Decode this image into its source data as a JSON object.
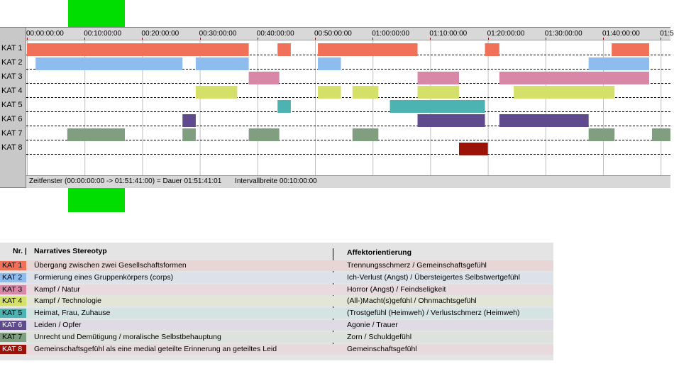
{
  "chart_data": {
    "type": "timeline",
    "ruler": {
      "tick_labels": [
        "00:00:00:00",
        "00:10:00:00",
        "00:20:00:00",
        "00:30:00:00",
        "00:40:00:00",
        "00:50:00:00",
        "01:00:00:00",
        "01:10:00:00",
        "01:20:00:00",
        "01:30:00:00",
        "01:40:00:00",
        "01:5"
      ],
      "tick_minutes": [
        0,
        10,
        20,
        30,
        40,
        50,
        60,
        70,
        80,
        90,
        100,
        110
      ],
      "x_range_minutes": [
        0,
        111.7
      ]
    },
    "categories": [
      "KAT 1",
      "KAT 2",
      "KAT 3",
      "KAT 4",
      "KAT 5",
      "KAT 6",
      "KAT 7",
      "KAT 8"
    ],
    "colors": [
      "#f07158",
      "#8ebcef",
      "#d987a6",
      "#d5e06a",
      "#4cb2b2",
      "#5e4a8d",
      "#7f9f80",
      "#9a1208"
    ],
    "segments": [
      [
        [
          0,
          38.5
        ],
        [
          43.5,
          45.8
        ],
        [
          50.5,
          67.8
        ],
        [
          79.5,
          82.0
        ],
        [
          101.5,
          108
        ]
      ],
      [
        [
          1.5,
          27.0
        ],
        [
          29.3,
          38.5
        ],
        [
          50.5,
          54.5
        ],
        [
          97.5,
          108
        ]
      ],
      [
        [
          38.5,
          43.8
        ],
        [
          67.8,
          75.0
        ],
        [
          82.0,
          108
        ]
      ],
      [
        [
          29.3,
          36.5
        ],
        [
          50.5,
          54.5
        ],
        [
          56.5,
          61.0
        ],
        [
          67.8,
          75.0
        ],
        [
          84.5,
          102.0
        ]
      ],
      [
        [
          43.5,
          45.8
        ],
        [
          63.0,
          79.5
        ]
      ],
      [
        [
          27.0,
          29.3
        ],
        [
          67.8,
          79.5
        ],
        [
          82.0,
          97.5
        ]
      ],
      [
        [
          7.0,
          17.0
        ],
        [
          27.0,
          29.3
        ],
        [
          38.5,
          43.8
        ],
        [
          56.5,
          61.0
        ],
        [
          97.5,
          102.0
        ],
        [
          108.5,
          112
        ]
      ],
      [
        [
          75.0,
          80.0
        ]
      ]
    ],
    "status_text": "Zeitfenster (00:00:00:00 -> 01:51:41:00) = Dauer 01:51:41:01",
    "interval_text": "Intervallbreite 00:10:00:00"
  },
  "legend": {
    "header_nr": "Nr. |",
    "header_narr": "Narratives Stereotyp",
    "header_aff": "Affektorientierung",
    "rows": [
      {
        "code": "KAT 1",
        "narrative": "Übergang zwischen zwei Gesellschaftsformen",
        "affect": "Trennungsschmerz / Gemeinschaftsgefühl",
        "bg": "#e8d6d6",
        "code_bg": "#f07158",
        "code_color": "#000000"
      },
      {
        "code": "KAT 2",
        "narrative": "Formierung eines Gruppenkörpers (corps)",
        "affect": "Ich-Verlust (Angst) / Übersteigertes Selbstwertgefühl",
        "bg": "#dde2ea",
        "code_bg": "#8ebcef",
        "code_color": "#000000"
      },
      {
        "code": "KAT 3",
        "narrative": "Kampf / Natur",
        "affect": "Horror (Angst) / Feindseligkeit",
        "bg": "#e8dade",
        "code_bg": "#d987a6",
        "code_color": "#000000"
      },
      {
        "code": "KAT 4",
        "narrative": "Kampf / Technologie",
        "affect": "(All-)Macht(s)gefühl / Ohnmachtsgefühl",
        "bg": "#e3e6d6",
        "code_bg": "#d5e06a",
        "code_color": "#000000"
      },
      {
        "code": "KAT 5",
        "narrative": "Heimat, Frau, Zuhause",
        "affect": "(Trostgefühl (Heimweh) / Verlustschmerz (Heimweh)",
        "bg": "#d6e3e3",
        "code_bg": "#4cb2b2",
        "code_color": "#000000"
      },
      {
        "code": "KAT 6",
        "narrative": "Leiden / Opfer",
        "affect": "Agonie / Trauer",
        "bg": "#dedbe4",
        "code_bg": "#5e4a8d",
        "code_color": "#ffffff"
      },
      {
        "code": "KAT 7",
        "narrative": "Unrecht und Demütigung / moralische Selbstbehauptung",
        "affect": "Zorn / Schuldgefühl",
        "bg": "#dde2dd",
        "code_bg": "#7f9f80",
        "code_color": "#000000"
      },
      {
        "code": "KAT 8",
        "narrative": "Gemeinschaftsgefühl als eine medial geteilte Erinnerung an geteiltes Leid",
        "affect": "Gemeinschaftsgefühl",
        "bg": "#e8dadc",
        "code_bg": "#9a1208",
        "code_color": "#ffffff"
      }
    ]
  }
}
